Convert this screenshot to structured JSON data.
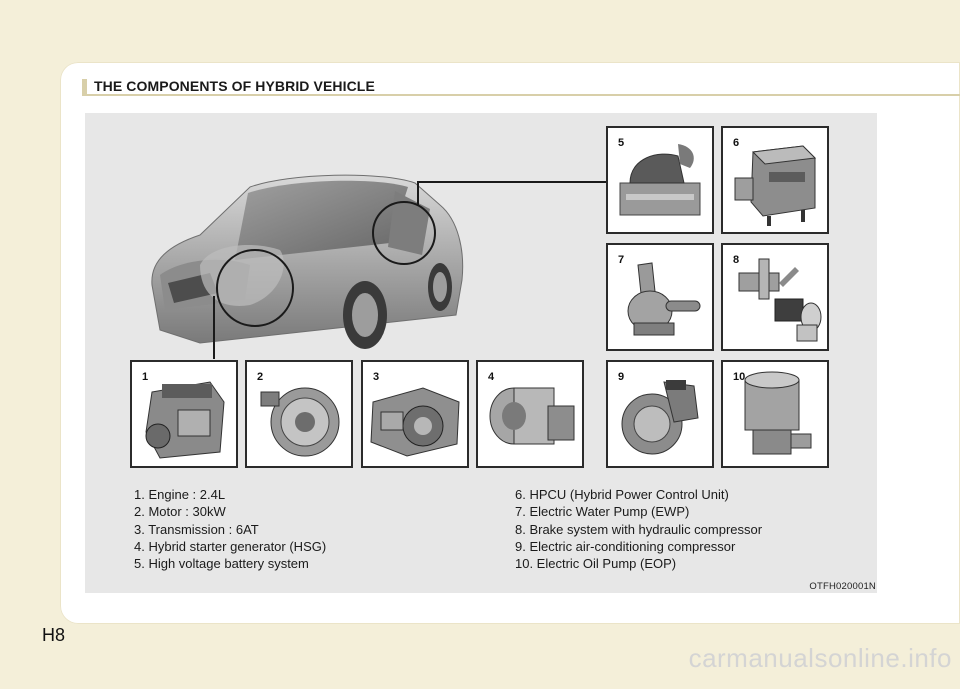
{
  "section": {
    "title": "THE COMPONENTS OF HYBRID VEHICLE"
  },
  "components": [
    {
      "number": "1",
      "name": "Engine : 2.4L",
      "icon": "engine-icon"
    },
    {
      "number": "2",
      "name": "Motor : 30kW",
      "icon": "motor-icon"
    },
    {
      "number": "3",
      "name": "Transmission : 6AT",
      "icon": "transmission-icon"
    },
    {
      "number": "4",
      "name": "Hybrid starter generator (HSG)",
      "icon": "generator-icon"
    },
    {
      "number": "5",
      "name": "High voltage battery system",
      "icon": "battery-icon"
    },
    {
      "number": "6",
      "name": "HPCU (Hybrid Power Control Unit)",
      "icon": "control-unit-icon"
    },
    {
      "number": "7",
      "name": "Electric Water Pump (EWP)",
      "icon": "water-pump-icon"
    },
    {
      "number": "8",
      "name": "Brake system with hydraulic compressor",
      "icon": "brake-icon"
    },
    {
      "number": "9",
      "name": "Electric air-conditioning compressor",
      "icon": "compressor-icon"
    },
    {
      "number": "10",
      "name": "Electric Oil Pump (EOP)",
      "icon": "oil-pump-icon"
    }
  ],
  "legend": {
    "left": [
      "1. Engine : 2.4L",
      "2. Motor : 30kW",
      "3. Transmission : 6AT",
      "4. Hybrid starter generator (HSG)",
      "5. High voltage battery system"
    ],
    "right": [
      "6. HPCU (Hybrid Power Control Unit)",
      "7. Electric Water Pump (EWP)",
      "8. Brake system with hydraulic compressor",
      "9. Electric air-conditioning compressor",
      "10. Electric Oil Pump (EOP)"
    ]
  },
  "figure": {
    "code": "OTFH020001N"
  },
  "page": {
    "number": "H8"
  },
  "watermark": {
    "text": "carmanualsonline.info"
  },
  "colors": {
    "background": "#f4efd9",
    "accent": "#d8cfa9",
    "panel": "#e7e7e7",
    "border": "#2b2b2b"
  }
}
